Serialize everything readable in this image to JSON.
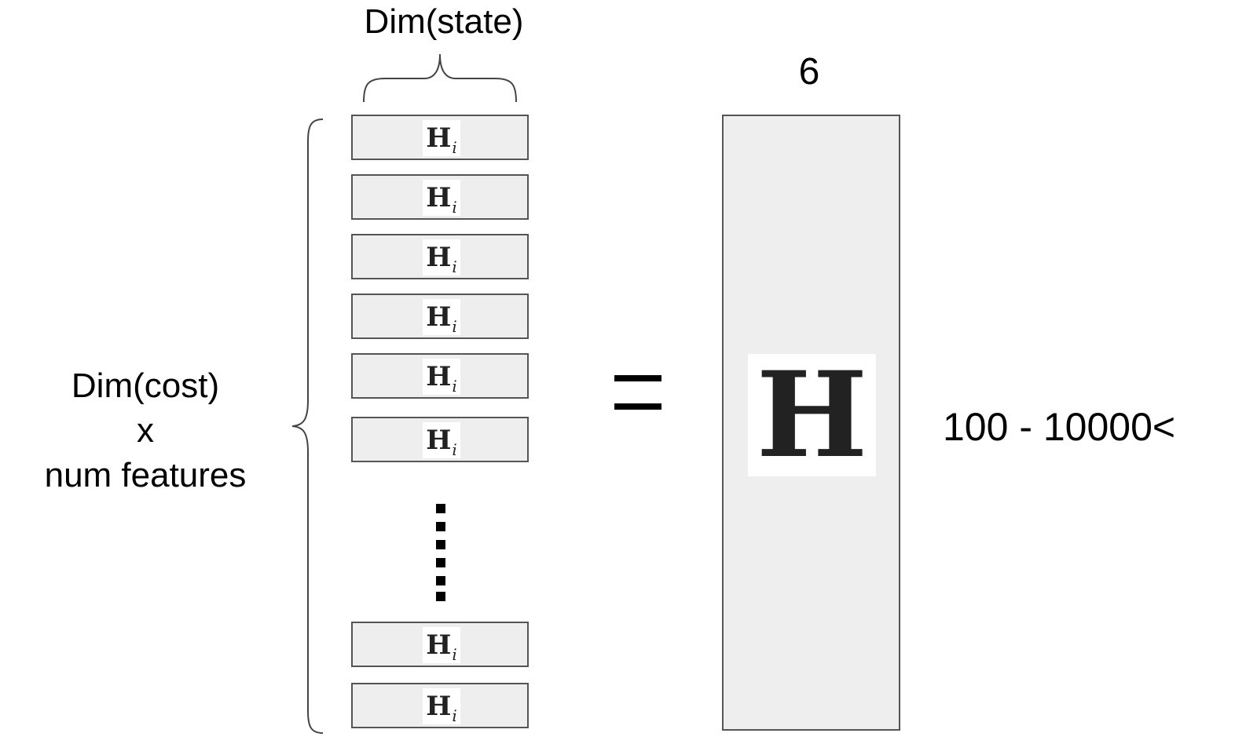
{
  "labels": {
    "top": "Dim(state)",
    "columns": "6",
    "left_lines": [
      "Dim(cost)",
      "x",
      "num features"
    ],
    "rows": "100 - 10000<"
  },
  "blocks": {
    "symbol": "H",
    "subscript": "i",
    "count_before_ellipsis": 6,
    "count_after_ellipsis": 2
  },
  "matrix": {
    "symbol": "H"
  },
  "colors": {
    "box_fill": "#eeeeee",
    "box_border": "#555555",
    "text": "#000000",
    "symbol": "#222222",
    "brace": "#444444"
  },
  "icons": {
    "equals": "equals-sign",
    "ellipsis": "vertical-ellipsis"
  }
}
